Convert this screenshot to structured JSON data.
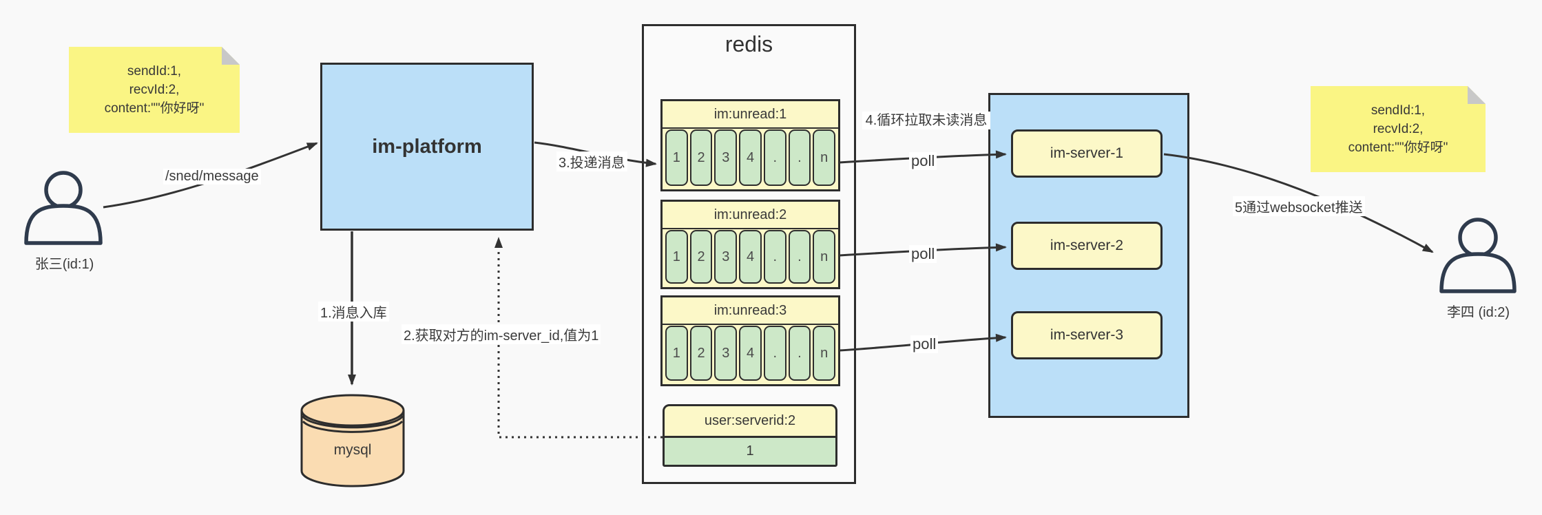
{
  "notes": {
    "left": {
      "lines": [
        "sendId:1,",
        "recvId:2,",
        "content:\"\"你好呀\""
      ]
    },
    "right": {
      "lines": [
        "sendId:1,",
        "recvId:2,",
        "content:\"\"你好呀\""
      ]
    }
  },
  "actors": {
    "sender": {
      "label": "张三(id:1)"
    },
    "receiver": {
      "label": "李四 (id:2)"
    }
  },
  "platform": {
    "label": "im-platform"
  },
  "database": {
    "label": "mysql"
  },
  "redis": {
    "title": "redis",
    "queues": [
      {
        "title": "im:unread:1",
        "cells": [
          "1",
          "2",
          "3",
          "4",
          ".",
          ".",
          "n"
        ]
      },
      {
        "title": "im:unread:2",
        "cells": [
          "1",
          "2",
          "3",
          "4",
          ".",
          ".",
          "n"
        ]
      },
      {
        "title": "im:unread:3",
        "cells": [
          "1",
          "2",
          "3",
          "4",
          ".",
          ".",
          "n"
        ]
      }
    ],
    "mapping": {
      "title": "user:serverid:2",
      "value": "1"
    }
  },
  "servers": [
    {
      "label": "im-server-1"
    },
    {
      "label": "im-server-2"
    },
    {
      "label": "im-server-3"
    }
  ],
  "edges": {
    "send": {
      "label": "/sned/message"
    },
    "store": {
      "label": "1.消息入库"
    },
    "lookup": {
      "label": "2.获取对方的im-server_id,值为1"
    },
    "deliver": {
      "label": "3.投递消息"
    },
    "pull": {
      "label": "4.循环拉取未读消息"
    },
    "poll": {
      "label": "poll"
    },
    "push": {
      "label": "5通过websocket推送"
    }
  },
  "colors": {
    "background": "#f9f9f9",
    "node_blue": "#bbdff8",
    "pale_yellow": "#fcf8c8",
    "sticky_yellow": "#faf584",
    "cell_green": "#cde8c8",
    "db_tan": "#fadcb2",
    "stroke": "#2d2d2d"
  }
}
